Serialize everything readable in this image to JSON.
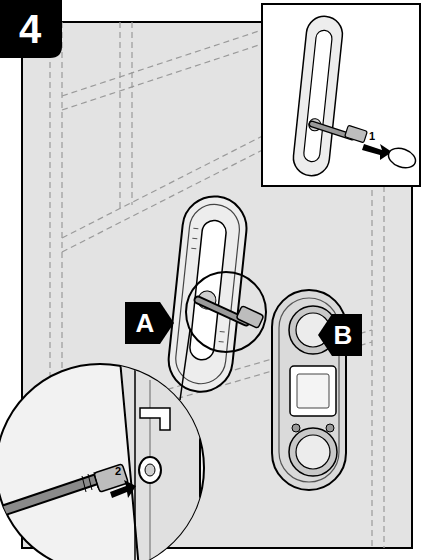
{
  "diagram": {
    "labels": [
      "4",
      "1",
      "A",
      "B",
      "2"
    ]
  }
}
